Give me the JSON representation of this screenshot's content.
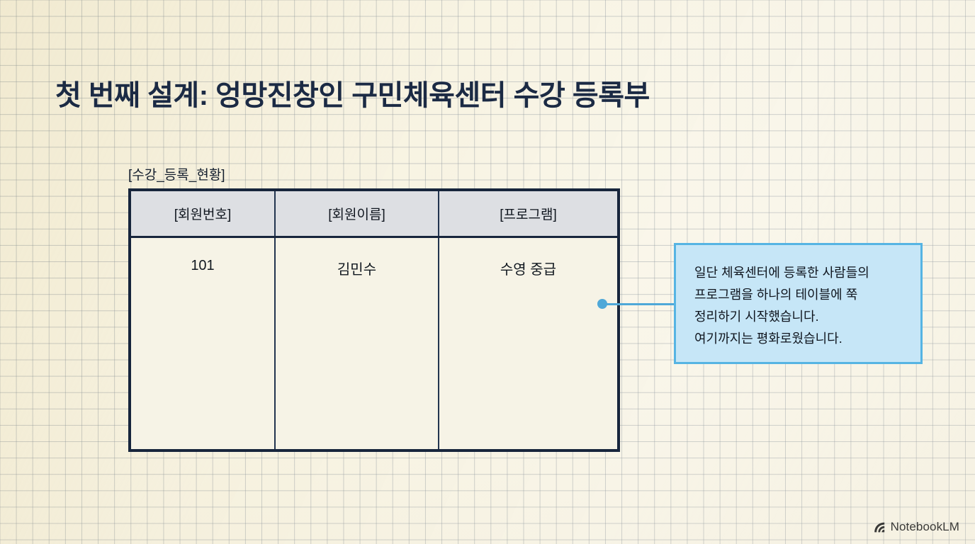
{
  "slide": {
    "title": "첫 번째 설계: 엉망진창인 구민체육센터 수강 등록부",
    "background": {
      "paper_color": "#FAF7EC",
      "grid_line_color": "#8C96A0"
    },
    "title_color": "#1B2A44"
  },
  "table": {
    "caption": "[수강_등록_현황]",
    "border_color": "#17253C",
    "header_fill": "#DDDFE3",
    "body_fill": "#F6F3E6",
    "headers": [
      "[회원번호]",
      "[회원이름]",
      "[프로그램]"
    ],
    "rows": [
      [
        "101",
        "김민수",
        "수영  중급"
      ]
    ]
  },
  "callout": {
    "text": "일단 체육센터에 등록한 사람들의\n프로그램을 하나의 테이블에 쭉\n정리하기 시작했습니다.\n여기까지는 평화로웠습니다.",
    "fill_color": "#C6E6F7",
    "border_color": "#56B4E3",
    "connector_color": "#4FA8D8"
  },
  "watermark": {
    "label": "NotebookLM",
    "icon": "notebooklm-spiral-icon"
  }
}
